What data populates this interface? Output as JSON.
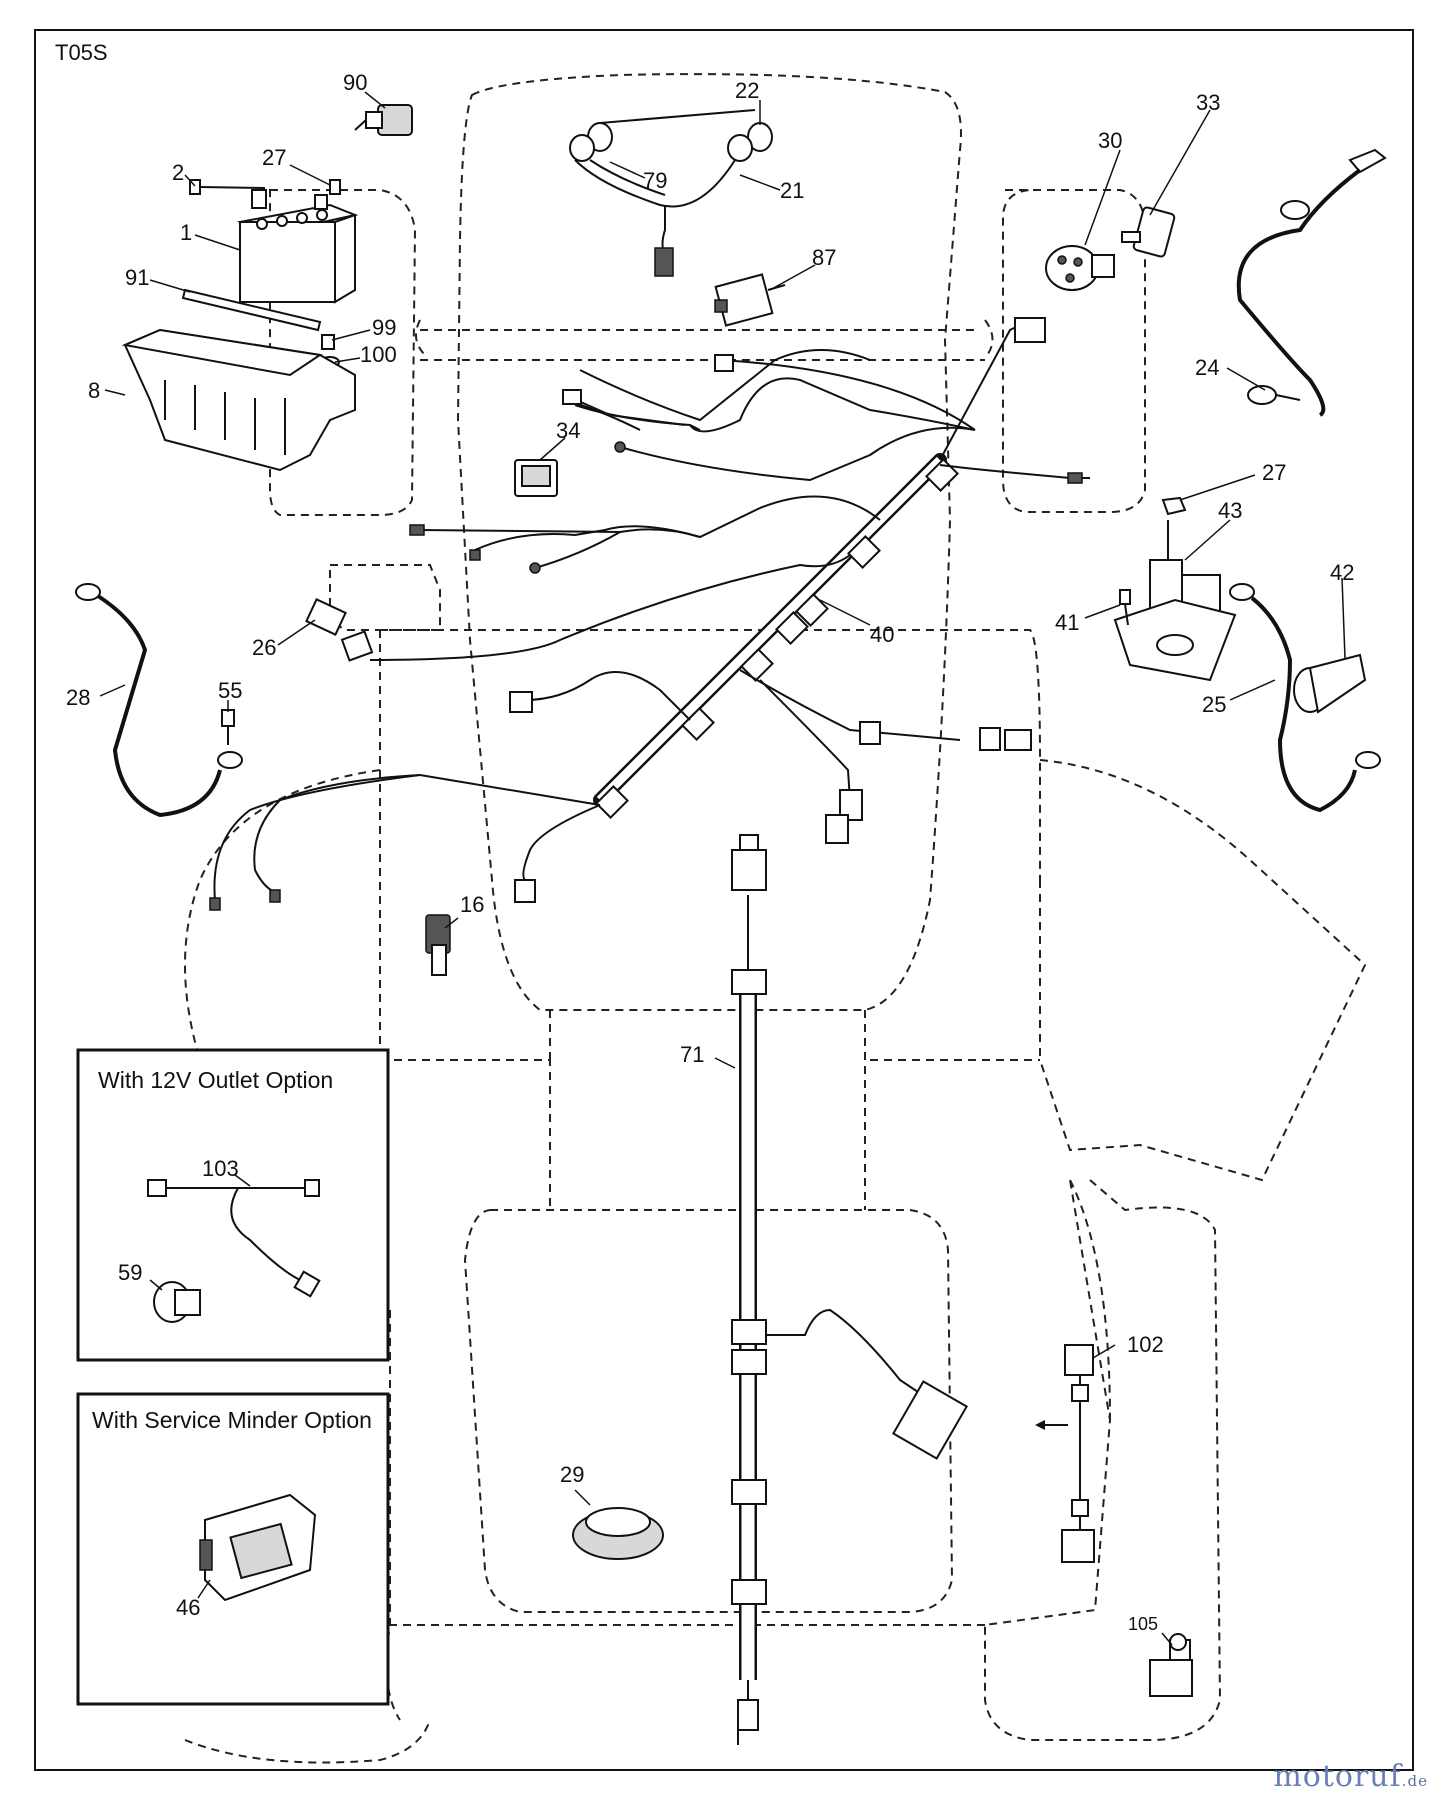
{
  "diagram_id": "T05S",
  "labels": {
    "p90": "90",
    "p22": "22",
    "p33": "33",
    "p30": "30",
    "p2": "2",
    "p27a": "27",
    "p79": "79",
    "p21": "21",
    "p1": "1",
    "p91": "91",
    "p87": "87",
    "p24": "24",
    "p99": "99",
    "p100": "100",
    "p8": "8",
    "p34": "34",
    "p27b": "27",
    "p43": "43",
    "p42": "42",
    "p41": "41",
    "p40": "40",
    "p26": "26",
    "p28": "28",
    "p55": "55",
    "p25": "25",
    "p16": "16",
    "p71": "71",
    "p103": "103",
    "p59": "59",
    "p102": "102",
    "p29": "29",
    "p46": "46",
    "p105": "105"
  },
  "option_boxes": {
    "outlet_title": "With 12V Outlet Option",
    "minder_title": "With Service Minder Option"
  },
  "watermark": {
    "brand": "motoruf",
    "tld": ".de"
  }
}
